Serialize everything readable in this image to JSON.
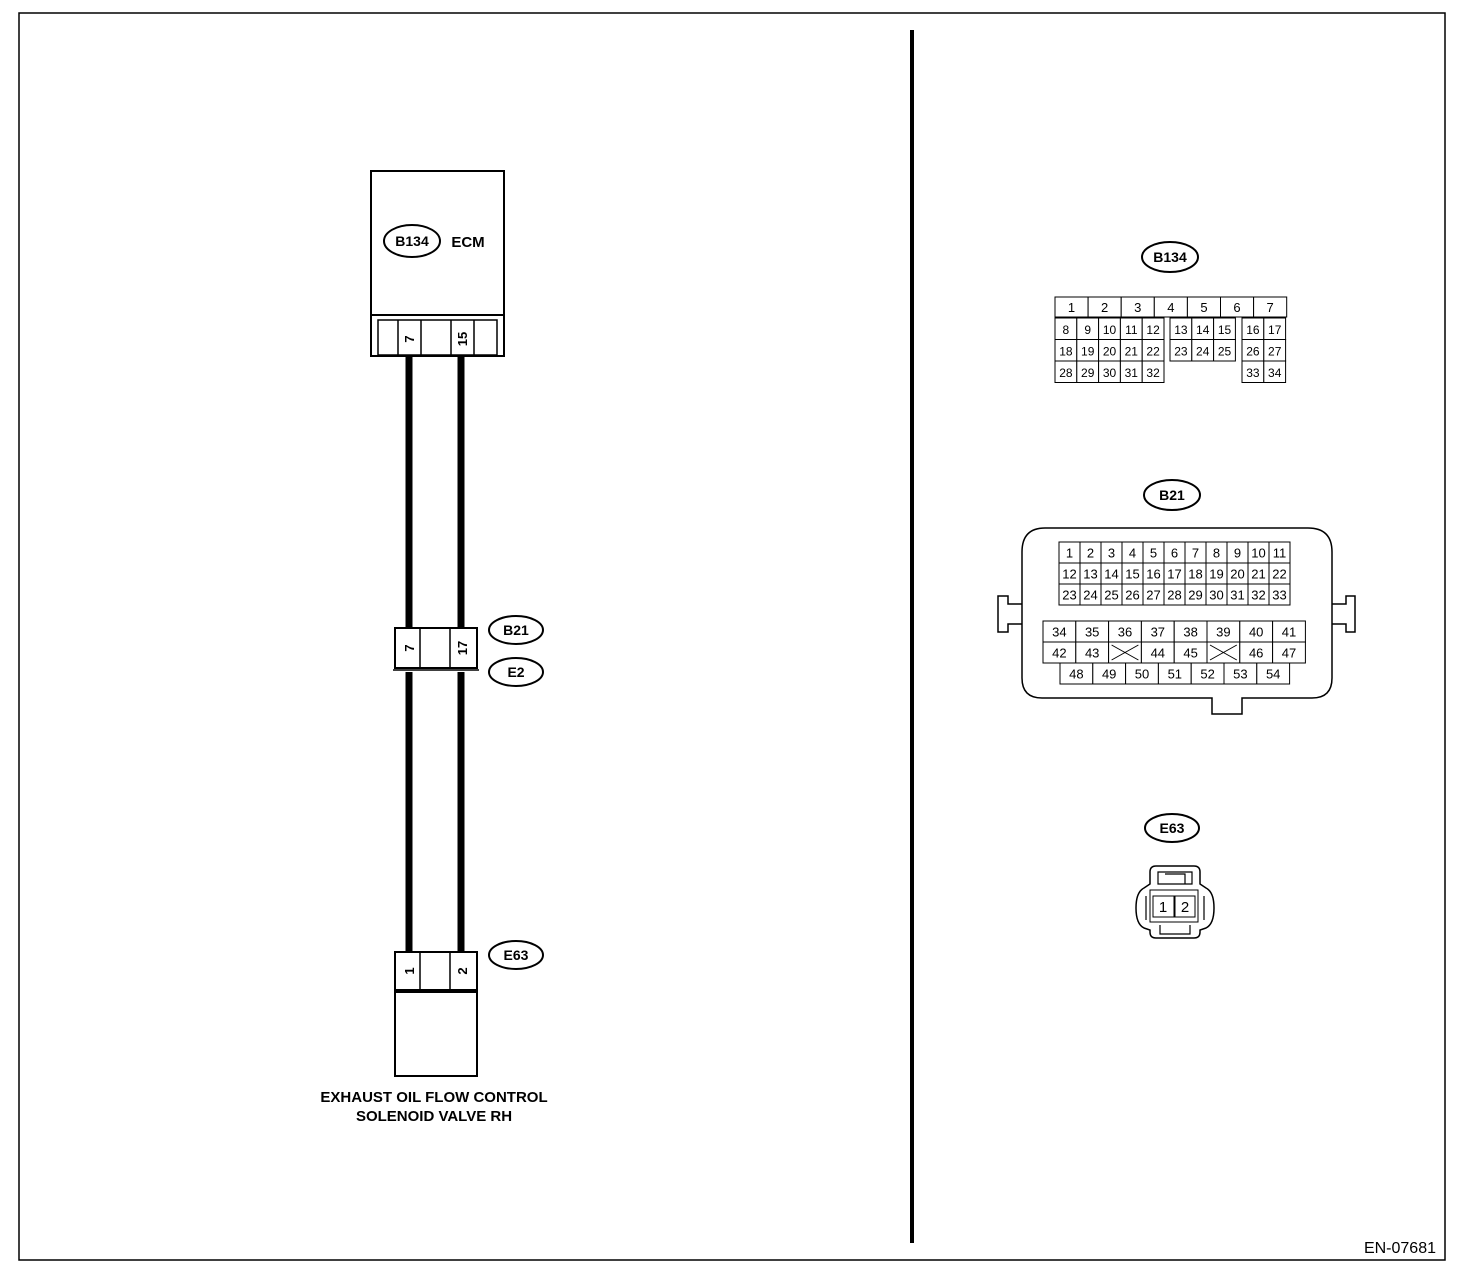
{
  "ecm": {
    "code": "B134",
    "label": "ECM",
    "pins": [
      "7",
      "15"
    ]
  },
  "junction": {
    "code_upper": "B21",
    "code_lower": "E2",
    "pins": [
      "7",
      "17"
    ]
  },
  "solenoid": {
    "code": "E63",
    "pins": [
      "1",
      "2"
    ],
    "label_line1": "EXHAUST OIL FLOW CONTROL",
    "label_line2": "SOLENOID VALVE RH"
  },
  "connector_b134": {
    "code": "B134",
    "top_row": [
      "1",
      "2",
      "3",
      "4",
      "5",
      "6",
      "7"
    ],
    "left_block": [
      [
        "8",
        "9",
        "10",
        "11",
        "12"
      ],
      [
        "18",
        "19",
        "20",
        "21",
        "22"
      ],
      [
        "28",
        "29",
        "30",
        "31",
        "32"
      ]
    ],
    "mid_block": [
      [
        "13",
        "14",
        "15"
      ],
      [
        "23",
        "24",
        "25"
      ]
    ],
    "right_block": [
      [
        "16",
        "17"
      ],
      [
        "26",
        "27"
      ],
      [
        "33",
        "34"
      ]
    ]
  },
  "connector_b21": {
    "code": "B21",
    "upper_rows": [
      [
        "1",
        "2",
        "3",
        "4",
        "5",
        "6",
        "7",
        "8",
        "9",
        "10",
        "11"
      ],
      [
        "12",
        "13",
        "14",
        "15",
        "16",
        "17",
        "18",
        "19",
        "20",
        "21",
        "22"
      ],
      [
        "23",
        "24",
        "25",
        "26",
        "27",
        "28",
        "29",
        "30",
        "31",
        "32",
        "33"
      ]
    ],
    "lower_rows": [
      [
        "34",
        "35",
        "36",
        "37",
        "38",
        "39",
        "40",
        "41"
      ],
      [
        "42",
        "43",
        "",
        "44",
        "45",
        "",
        "46",
        "47"
      ],
      [
        "48",
        "49",
        "50",
        "51",
        "52",
        "53",
        "54"
      ]
    ]
  },
  "connector_e63": {
    "code": "E63",
    "pins": [
      "1",
      "2"
    ]
  },
  "figure_id": "EN-07681"
}
